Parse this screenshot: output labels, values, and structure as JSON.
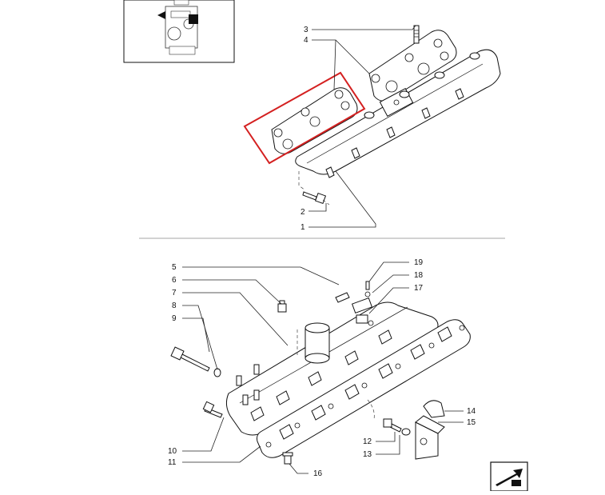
{
  "callouts": {
    "c1": "1",
    "c2": "2",
    "c3": "3",
    "c4": "4",
    "c5": "5",
    "c6": "6",
    "c7": "7",
    "c8": "8",
    "c9": "9",
    "c10": "10",
    "c11": "11",
    "c12": "12",
    "c13": "13",
    "c14": "14",
    "c15": "15",
    "c16": "16",
    "c17": "17",
    "c18": "18",
    "c19": "19"
  },
  "highlight_color": "#d42020",
  "nav_icon": "next-page-arrow-icon"
}
